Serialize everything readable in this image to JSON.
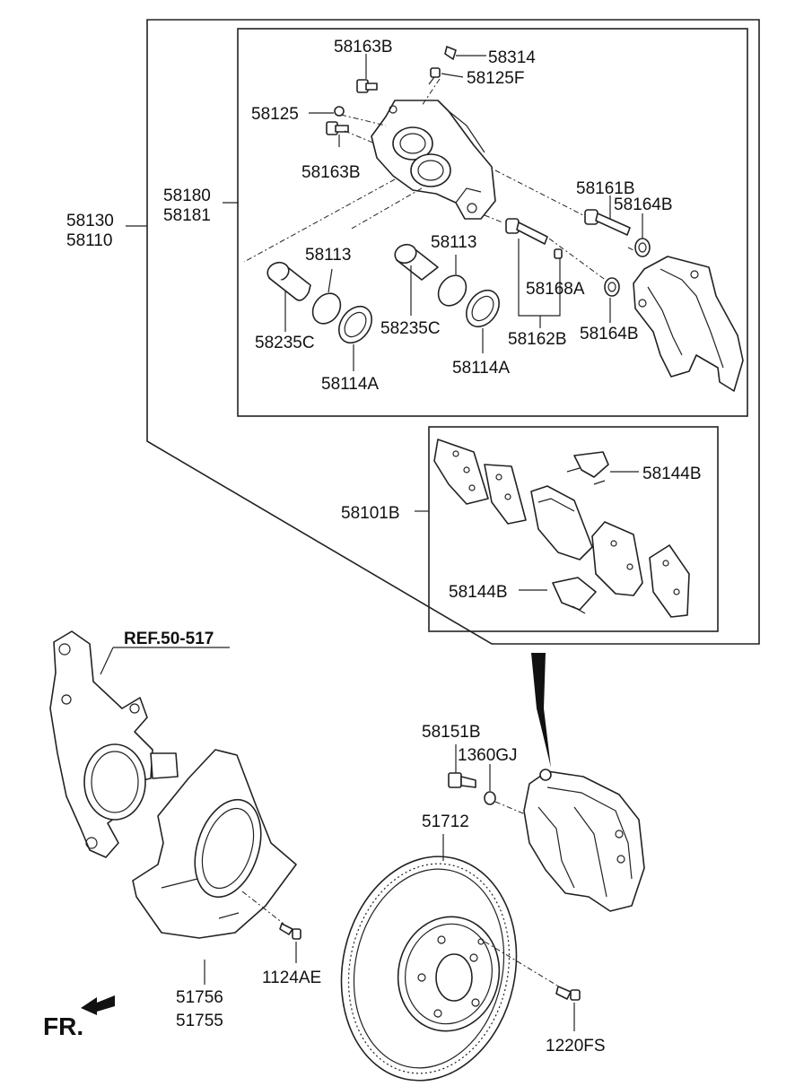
{
  "callouts": {
    "c58163B_top": "58163B",
    "c58314": "58314",
    "c58125F": "58125F",
    "c58125": "58125",
    "c58163B_mid": "58163B",
    "c58180": "58180",
    "c58181": "58181",
    "c58130": "58130",
    "c58110": "58110",
    "c58161B": "58161B",
    "c58164B_top": "58164B",
    "c58113_left": "58113",
    "c58113_right": "58113",
    "c58168A": "58168A",
    "c58235C_left": "58235C",
    "c58235C_right": "58235C",
    "c58162B": "58162B",
    "c58164B_bottom": "58164B",
    "c58114A_left": "58114A",
    "c58114A_right": "58114A",
    "c58144B_top": "58144B",
    "c58101B": "58101B",
    "c58144B_bottom": "58144B",
    "ref": "REF.50-517",
    "c58151B": "58151B",
    "c1360GJ": "1360GJ",
    "c51712": "51712",
    "c51756": "51756",
    "c51755": "51755",
    "c1124AE": "1124AE",
    "c1220FS": "1220FS",
    "fr": "FR."
  },
  "icons": {
    "direction_arrow": "forward-arrow-icon"
  }
}
